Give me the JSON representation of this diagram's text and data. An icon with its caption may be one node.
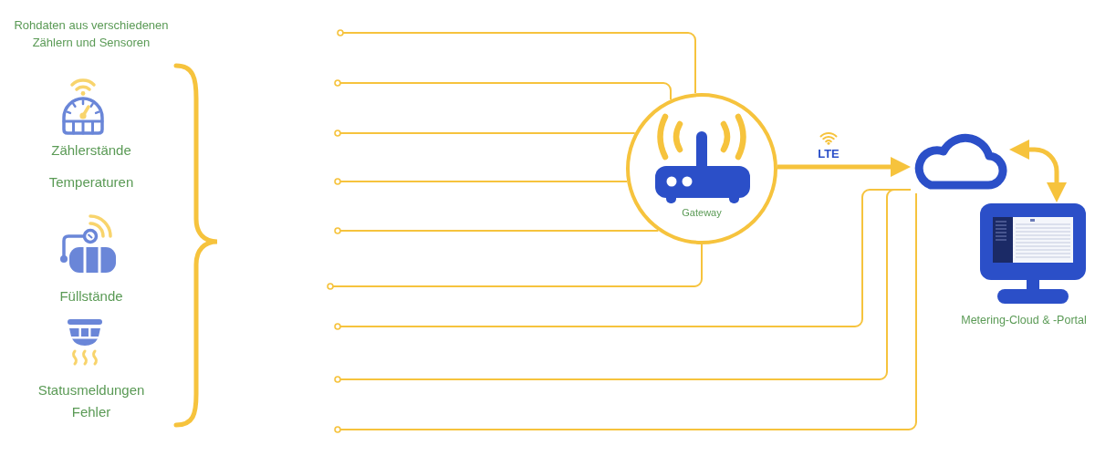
{
  "diagram": {
    "nodes": [
      {
        "text": [
          "Gateway"
        ]
      },
      {
        "text": [],
        "shape": "cloud"
      },
      {
        "text": [
          "Metering-Cloud & -Portal"
        ]
      }
    ],
    "edges": [
      {
        "from": null,
        "to": 0,
        "arrow": "other"
      },
      {
        "from": null,
        "to": 0,
        "arrow": "other"
      },
      {
        "from": null,
        "to": 0,
        "arrow": "other"
      },
      {
        "from": null,
        "to": 0,
        "arrow": "other"
      },
      {
        "from": null,
        "to": 0,
        "arrow": "other"
      },
      {
        "from": null,
        "to": 0,
        "arrow": "other"
      },
      {
        "from": null,
        "to": 1,
        "arrow": "other"
      },
      {
        "from": null,
        "to": 1,
        "arrow": "other"
      },
      {
        "from": null,
        "to": 1,
        "arrow": "other"
      },
      {
        "from": 0,
        "to": 1,
        "arrow": "to",
        "label": "LTE",
        "style": "thick"
      },
      {
        "from": 1,
        "to": 2,
        "arrow": "both",
        "style": "thick"
      }
    ],
    "labels": [
      "Rohdaten aus verschiedenen Zählern und Sensoren",
      "Zählerstände",
      "Temperaturen",
      "Füllstände",
      "Statusmeldungen Fehler"
    ]
  }
}
